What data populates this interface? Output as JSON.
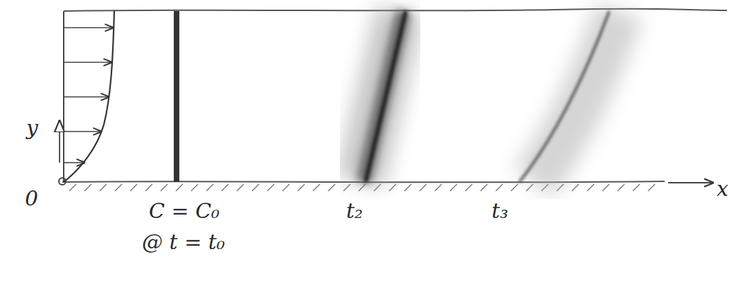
{
  "diagram": {
    "labels": [
      "y",
      "0",
      "C = C₀",
      "@ t = t₀",
      "t₂",
      "t₃",
      "x"
    ]
  }
}
